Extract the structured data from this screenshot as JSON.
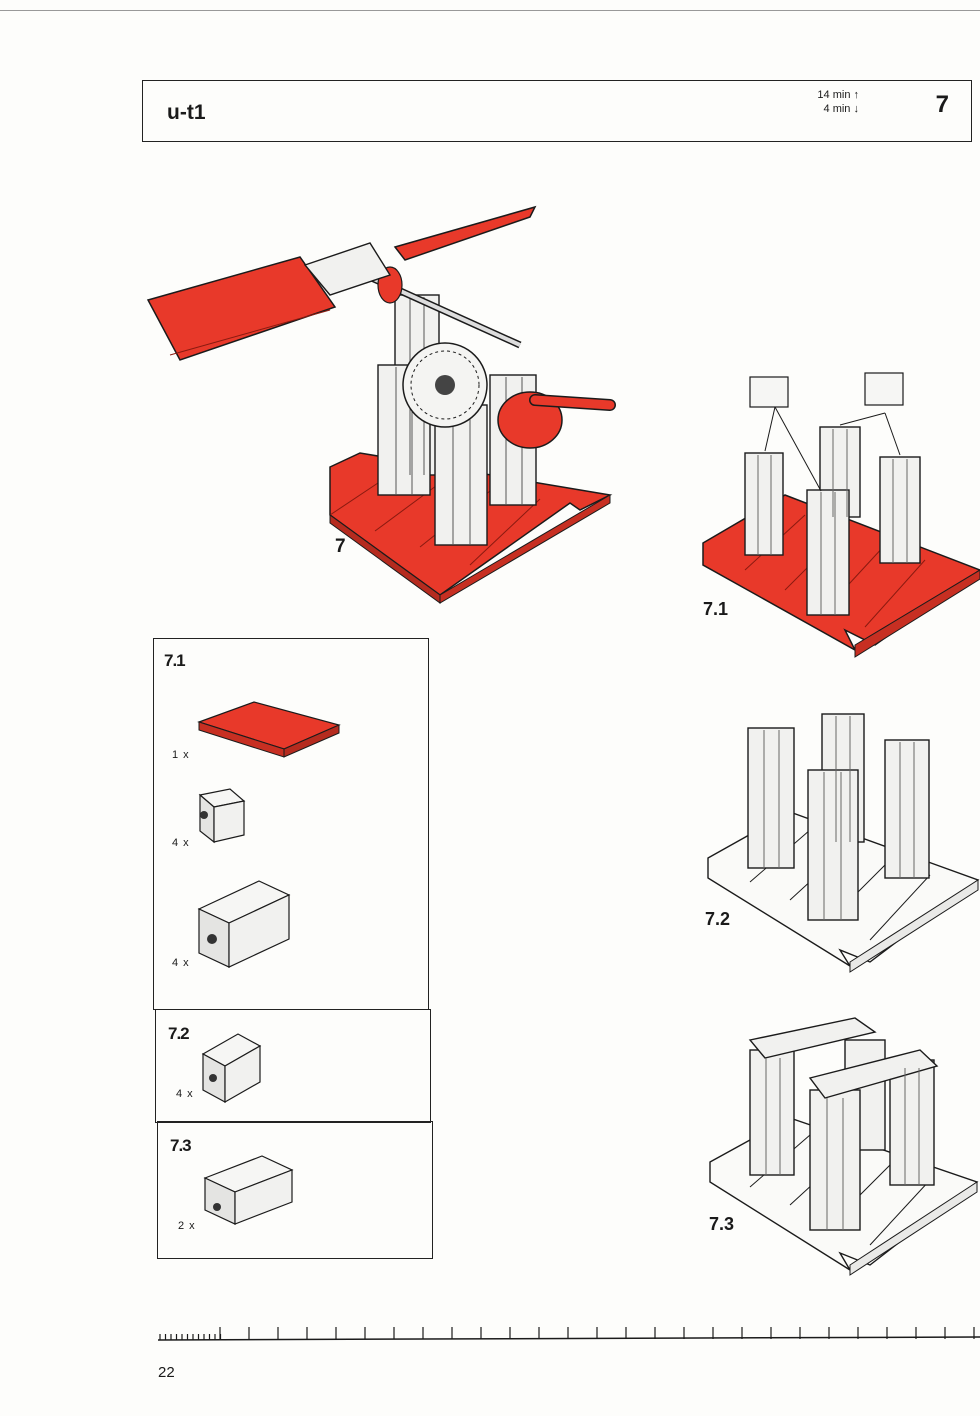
{
  "header": {
    "model_code": "u-t1",
    "time_up": "14 min ↑",
    "time_down": "4 min ↓",
    "step_number": "7"
  },
  "figures": {
    "main_label": "7",
    "step_7_1_label": "7.1",
    "step_7_2_label": "7.2",
    "step_7_3_label": "7.3"
  },
  "parts_list": {
    "section_7_1": {
      "label": "7.1",
      "items": [
        {
          "part": "red-base-plate",
          "qty": "1 x"
        },
        {
          "part": "small-building-block",
          "qty": "4 x"
        },
        {
          "part": "building-block",
          "qty": "4 x"
        }
      ]
    },
    "section_7_2": {
      "label": "7.2",
      "items": [
        {
          "part": "building-block",
          "qty": "4 x"
        }
      ]
    },
    "section_7_3": {
      "label": "7.3",
      "items": [
        {
          "part": "building-block",
          "qty": "2 x"
        }
      ]
    }
  },
  "footer": {
    "page_number": "22"
  },
  "colors": {
    "part_red": "#e8392a",
    "part_grey": "#e4e4e2",
    "outline": "#1b1b1b"
  }
}
